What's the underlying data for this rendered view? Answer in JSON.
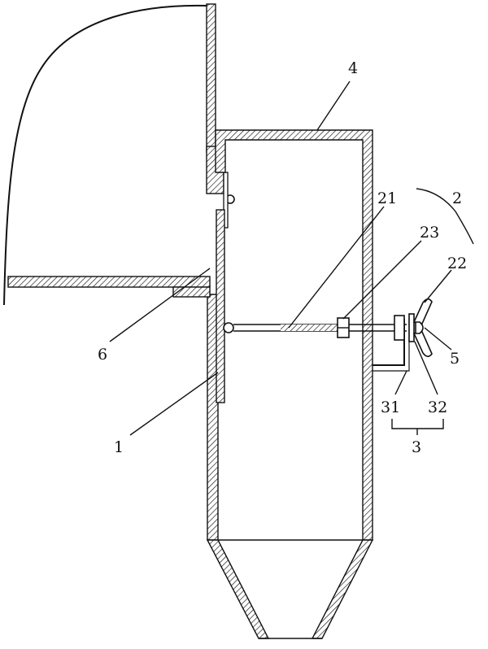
{
  "diagram": {
    "labels": {
      "l1": "1",
      "l2": "2",
      "l21": "21",
      "l22": "22",
      "l23": "23",
      "l3": "3",
      "l31": "31",
      "l32": "32",
      "l4": "4",
      "l5": "5",
      "l6": "6"
    }
  }
}
